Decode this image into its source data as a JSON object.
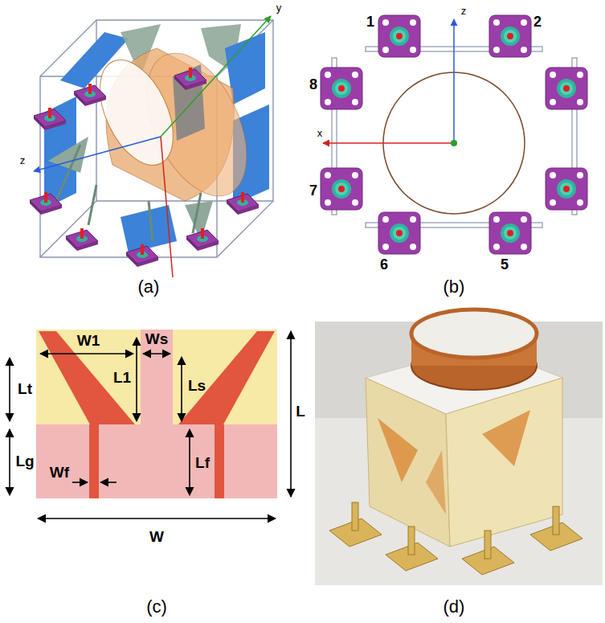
{
  "diagram": {
    "labels": [
      "y",
      "z",
      "(a)",
      "z",
      "x",
      "1",
      "2",
      "8",
      "7",
      "6",
      "5",
      "(b)",
      "W1",
      "Ws",
      "L1",
      "Ls",
      "Lt",
      "L",
      "Lg",
      "Lf",
      "Wf",
      "W",
      "(c)",
      "(d)"
    ]
  }
}
